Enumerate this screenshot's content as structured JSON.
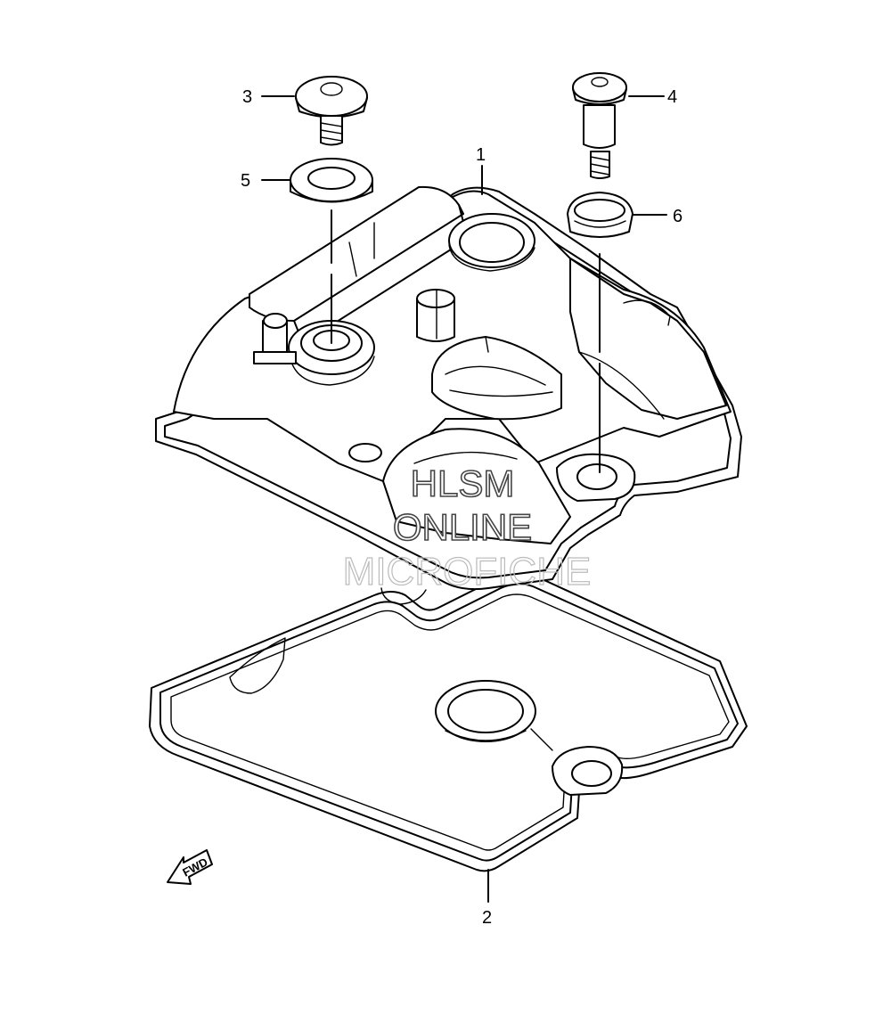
{
  "callouts": [
    {
      "id": "1",
      "label": "1"
    },
    {
      "id": "2",
      "label": "2"
    },
    {
      "id": "3",
      "label": "3"
    },
    {
      "id": "4",
      "label": "4"
    },
    {
      "id": "5",
      "label": "5"
    },
    {
      "id": "6",
      "label": "6"
    }
  ],
  "watermark": {
    "line1": "HLSM",
    "line2": "ONLINE",
    "line3": "MICROFICHE"
  },
  "direction_arrow": {
    "label": "FWD"
  }
}
